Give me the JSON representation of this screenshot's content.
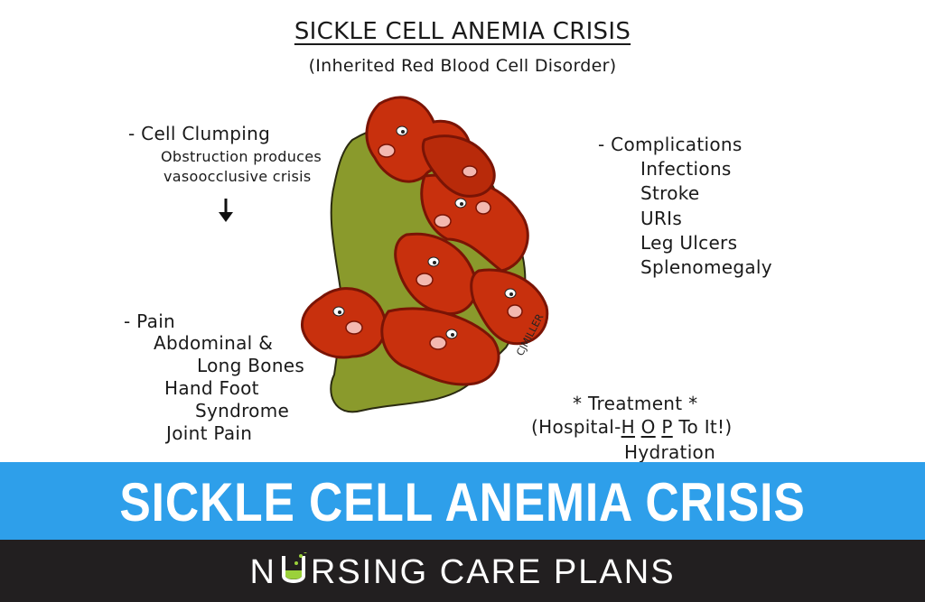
{
  "title": "SICKLE CELL ANEMIA CRISIS",
  "subtitle": "(Inherited Red Blood Cell Disorder)",
  "left_top": {
    "heading": "- Cell Clumping",
    "line1": "Obstruction produces",
    "line2": "vasoocclusive crisis"
  },
  "left_bottom": {
    "heading": "- Pain",
    "lines": [
      "Abdominal &",
      "Long Bones",
      "Hand Foot",
      "Syndrome",
      "Joint Pain"
    ]
  },
  "right_top": {
    "heading": "- Complications",
    "items": [
      "Infections",
      "Stroke",
      "URIs",
      "Leg Ulcers",
      "Splenomegaly"
    ]
  },
  "treatment": {
    "heading": "* Treatment *",
    "open": "(Hospital-",
    "h": "H",
    "o": "O",
    "p": "P",
    "close": " To It!)",
    "first_item": "Hydration"
  },
  "signature": "CJMILLER",
  "banner": {
    "title": "SICKLE CELL ANEMIA CRISIS"
  },
  "brand": {
    "before": "N",
    "after": "RSING CARE PLANS"
  },
  "colors": {
    "banner": "#2e9fea",
    "footer": "#221f20",
    "cell_fill": "#c8300d",
    "cell_edge": "#7a1405",
    "vessel": "#8a9a2c",
    "logo_accent": "#9bd13a"
  },
  "icons": [
    "down-arrow-icon",
    "test-tube-icon"
  ]
}
